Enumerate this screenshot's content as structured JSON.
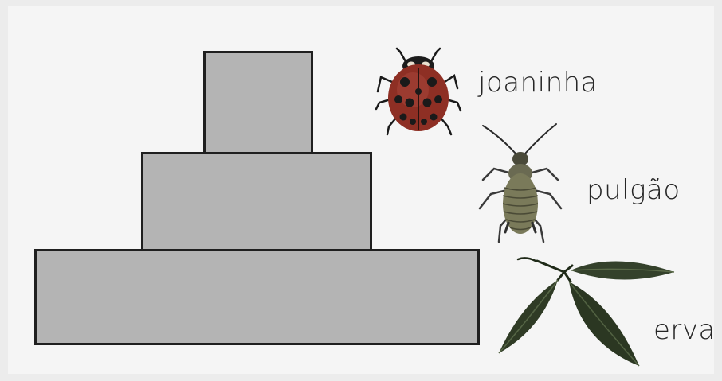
{
  "pyramid": {
    "levels": [
      {
        "id": "top",
        "organism": "joaninha",
        "icon": "ladybug-icon"
      },
      {
        "id": "middle",
        "organism": "pulgão",
        "icon": "aphid-icon"
      },
      {
        "id": "bottom",
        "organism": "erva",
        "icon": "leaf-icon"
      }
    ]
  },
  "labels": {
    "ladybug": "joaninha",
    "aphid": "pulgão",
    "grass": "erva"
  },
  "colors": {
    "tier_fill": "#b4b4b4",
    "tier_border": "#1f1f1f",
    "ladybug_red": "#8e2f24",
    "leaf_green": "#2f3b25"
  }
}
